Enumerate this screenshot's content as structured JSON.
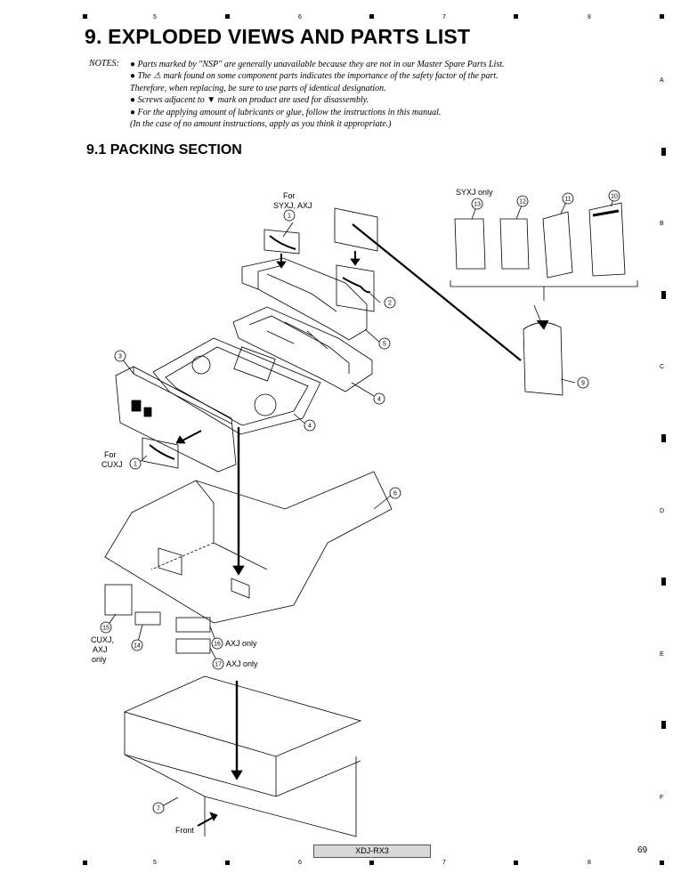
{
  "header": {
    "title": "9. EXPLODED VIEWS AND PARTS LIST",
    "notes_label": "NOTES:",
    "notes": [
      "● Parts marked by \"NSP\" are generally unavailable because they are not in our Master Spare Parts List.",
      "● The ⚠ mark found on some component parts indicates the importance of the safety factor of the part.",
      "    Therefore, when replacing, be sure to use parts of identical designation.",
      "● Screws adjacent to ▼ mark on product are used for disassembly.",
      "● For the applying amount of lubricants or glue, follow the instructions in this manual.",
      "    (In the case of no amount instructions, apply as you think it appropriate.)"
    ],
    "section_title": "9.1  PACKING SECTION"
  },
  "grid": {
    "columns_top": [
      "5",
      "6",
      "7",
      "8"
    ],
    "columns_bottom": [
      "5",
      "6",
      "7",
      "8"
    ],
    "rows": [
      "A",
      "B",
      "C",
      "D",
      "E",
      "F"
    ]
  },
  "diagram": {
    "labels": {
      "for_syxj_axj_1": "For",
      "for_syxj_axj_2": "SYXJ, AXJ",
      "syxj_only": "SYXJ only",
      "for_cuxj_1": "For",
      "for_cuxj_2": "CUXJ",
      "cuxj_axj_only_1": "CUXJ,",
      "cuxj_axj_only_2": "AXJ",
      "cuxj_axj_only_3": "only",
      "axj_only_16": "AXJ only",
      "axj_only_17": "AXJ only",
      "front": "Front"
    },
    "callouts": [
      "1",
      "2",
      "3",
      "4",
      "4",
      "5",
      "6",
      "7",
      "9",
      "10",
      "11",
      "12",
      "13",
      "14",
      "15",
      "16",
      "17",
      "1"
    ]
  },
  "footer": {
    "model": "XDJ-RX3",
    "page": "69"
  }
}
